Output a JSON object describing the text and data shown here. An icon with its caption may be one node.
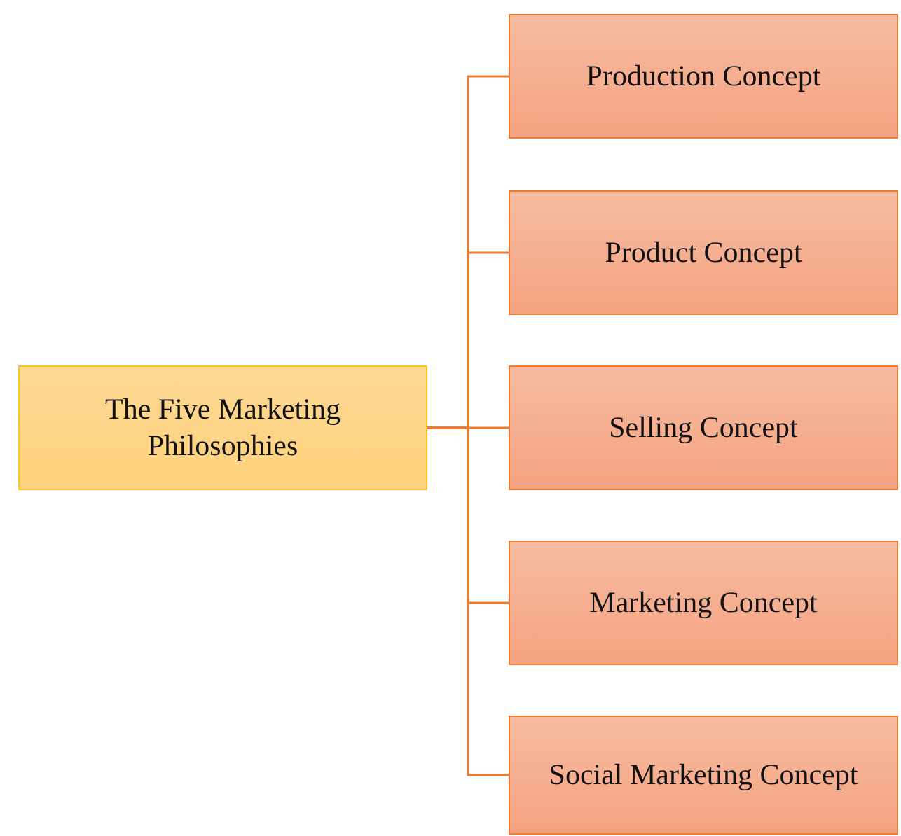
{
  "diagram": {
    "nodes": [
      {
        "text": [
          "The Five Marketing Philosophies"
        ]
      },
      {
        "text": [
          "Production Concept"
        ]
      },
      {
        "text": [
          "Product Concept"
        ]
      },
      {
        "text": [
          "Selling Concept"
        ]
      },
      {
        "text": [
          "Marketing Concept"
        ]
      },
      {
        "text": [
          "Social Marketing Concept"
        ]
      }
    ],
    "edges": [
      {
        "from": 0,
        "to": 1,
        "arrow": "none"
      },
      {
        "from": 0,
        "to": 2,
        "arrow": "none"
      },
      {
        "from": 0,
        "to": 3,
        "arrow": "none"
      },
      {
        "from": 0,
        "to": 4,
        "arrow": "none"
      },
      {
        "from": 0,
        "to": 5,
        "arrow": "none"
      }
    ]
  }
}
